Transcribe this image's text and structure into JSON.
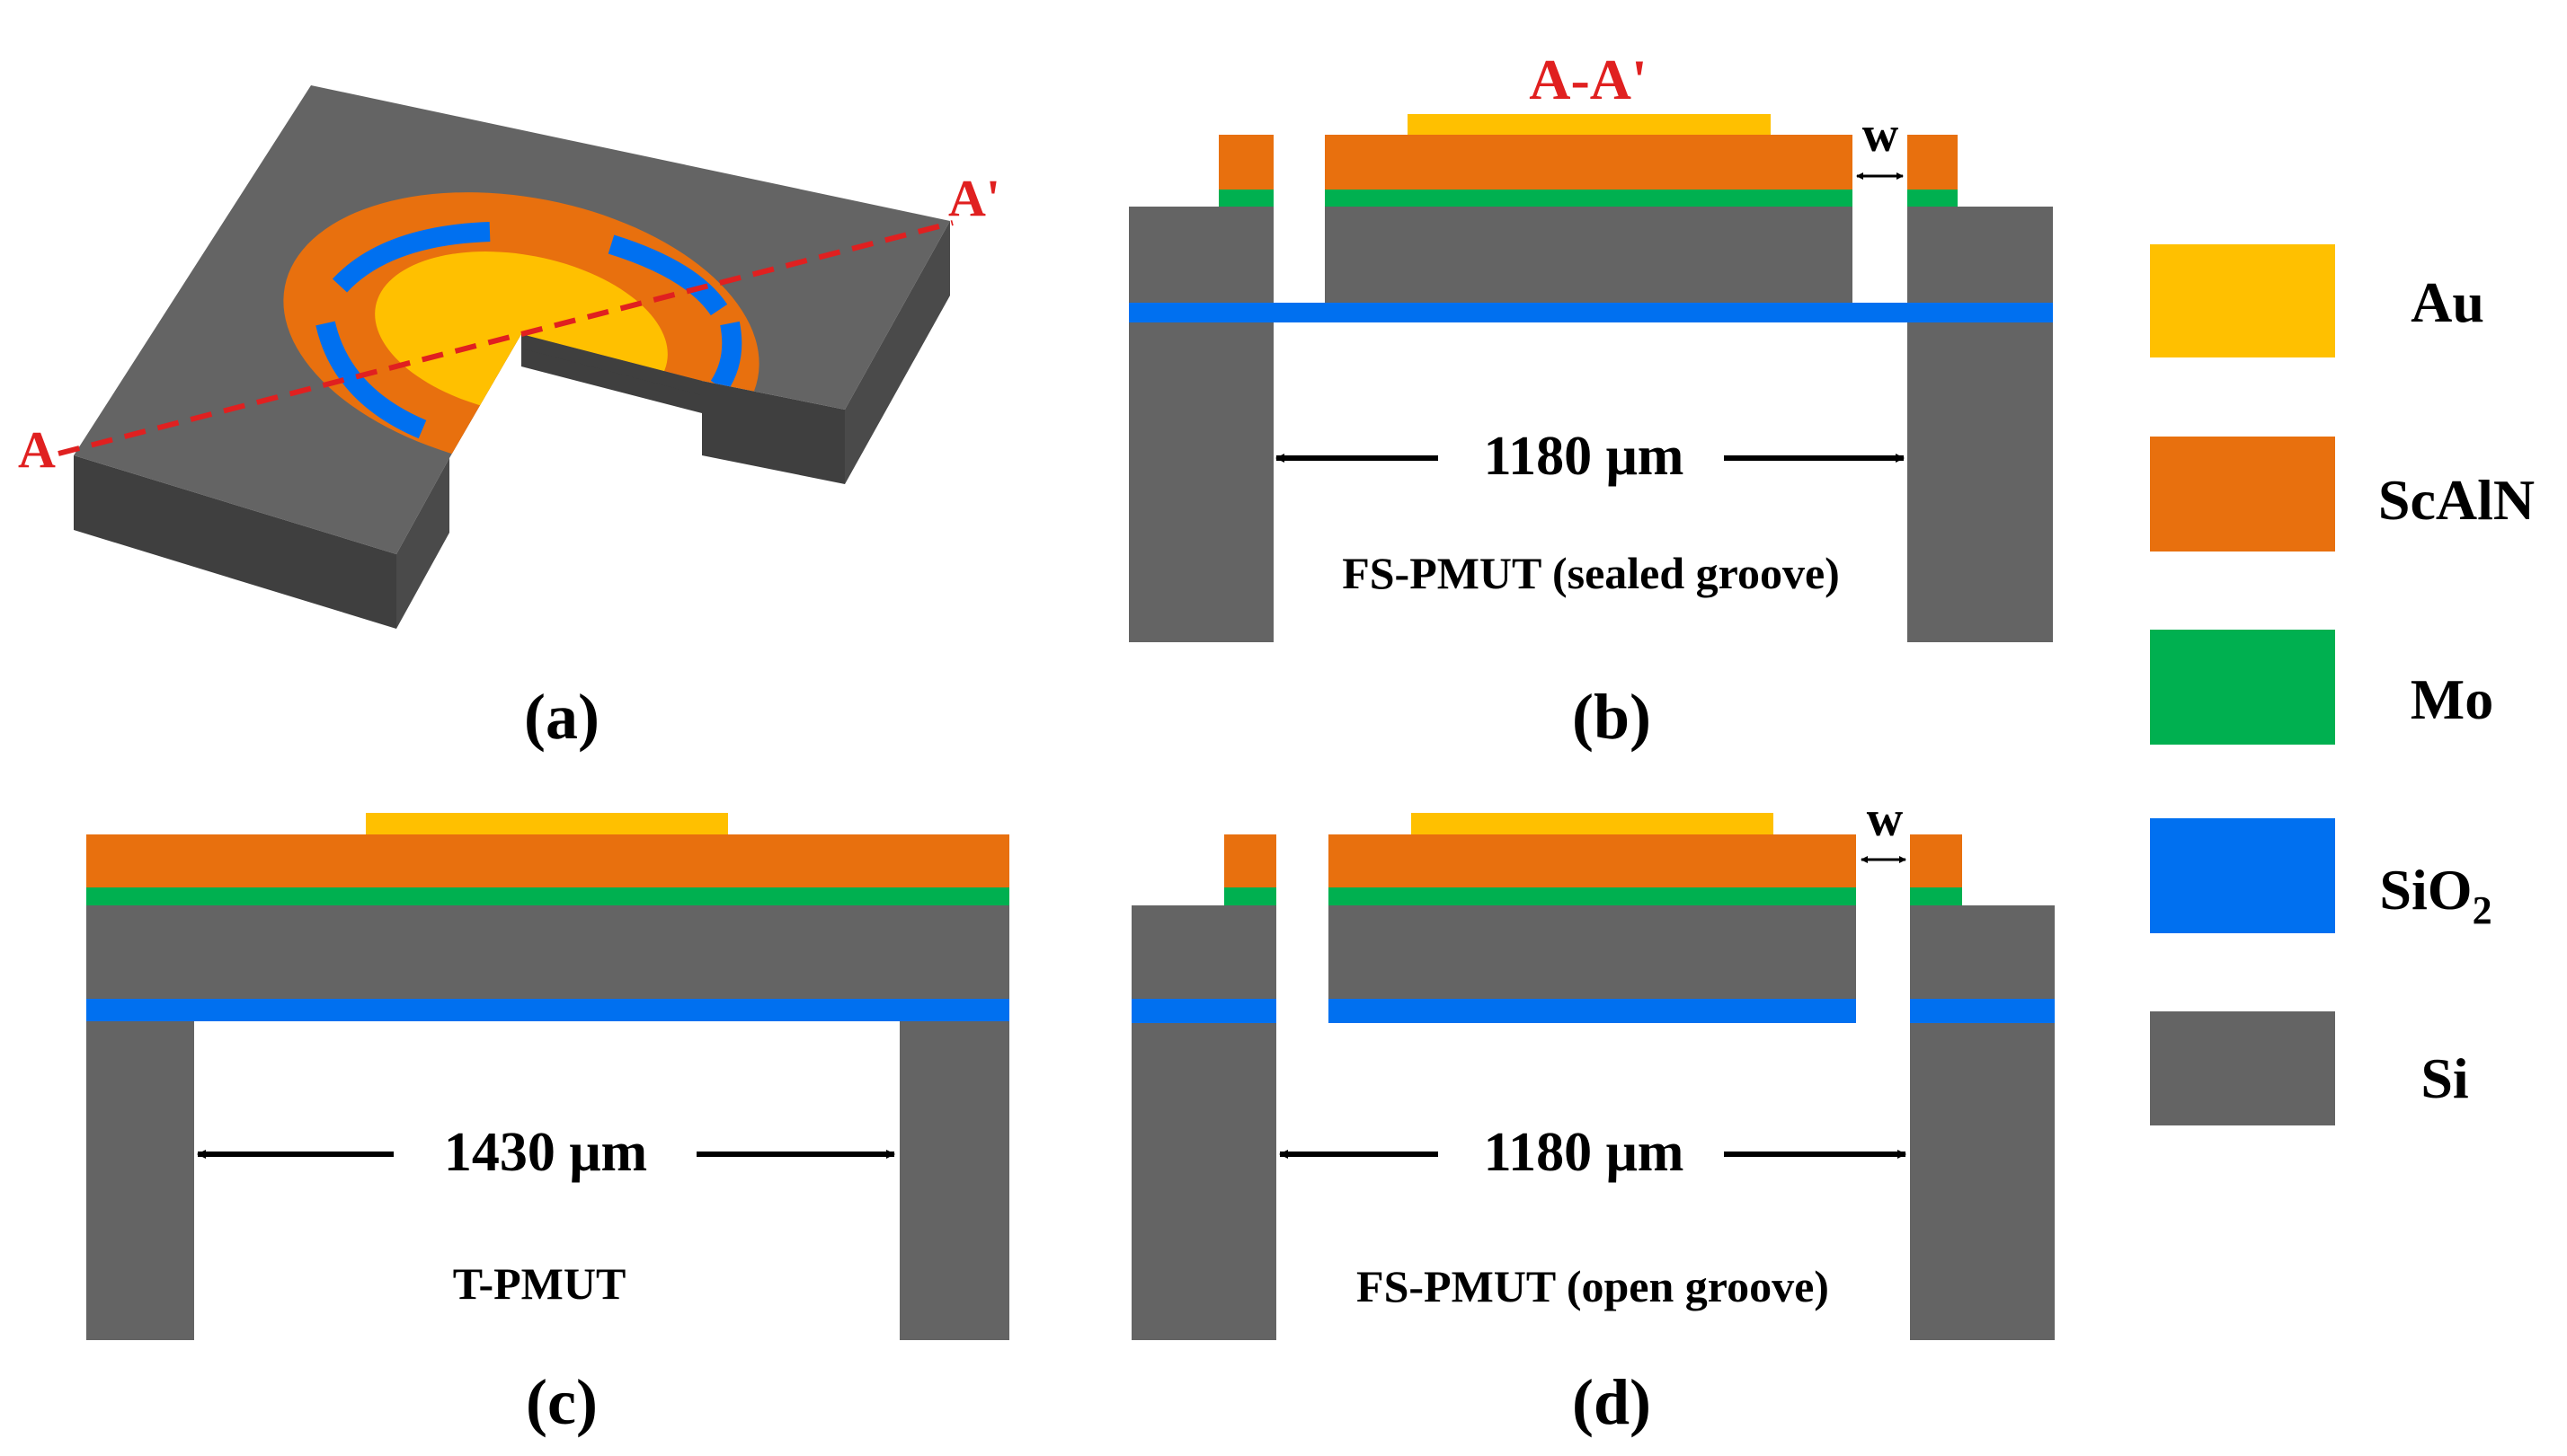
{
  "colors": {
    "au": "#FFC000",
    "scaln": "#E8700E",
    "mo": "#00B050",
    "sio2": "#0070F0",
    "si": "#646464",
    "si_dark": "#3F3F3F",
    "si_side": "#4A4A4A",
    "section_line": "#E02020"
  },
  "panel_a": {
    "caption": "(a)",
    "label_a": "A",
    "label_a_prime": "A'"
  },
  "panel_b": {
    "caption": "(b)",
    "section_title": "A-A'",
    "gap_label": "w",
    "dimension": "1180 μm",
    "device_name": "FS-PMUT (sealed groove)"
  },
  "panel_c": {
    "caption": "(c)",
    "dimension": "1430 μm",
    "device_name": "T-PMUT"
  },
  "panel_d": {
    "caption": "(d)",
    "gap_label": "w",
    "dimension": "1180 μm",
    "device_name": "FS-PMUT (open groove)"
  },
  "legend": [
    {
      "label": "Au",
      "color_key": "au"
    },
    {
      "label": "ScAlN",
      "color_key": "scaln"
    },
    {
      "label": "Mo",
      "color_key": "mo"
    },
    {
      "label": "SiO",
      "subscript": "2",
      "color_key": "sio2"
    },
    {
      "label": "Si",
      "color_key": "si"
    }
  ]
}
